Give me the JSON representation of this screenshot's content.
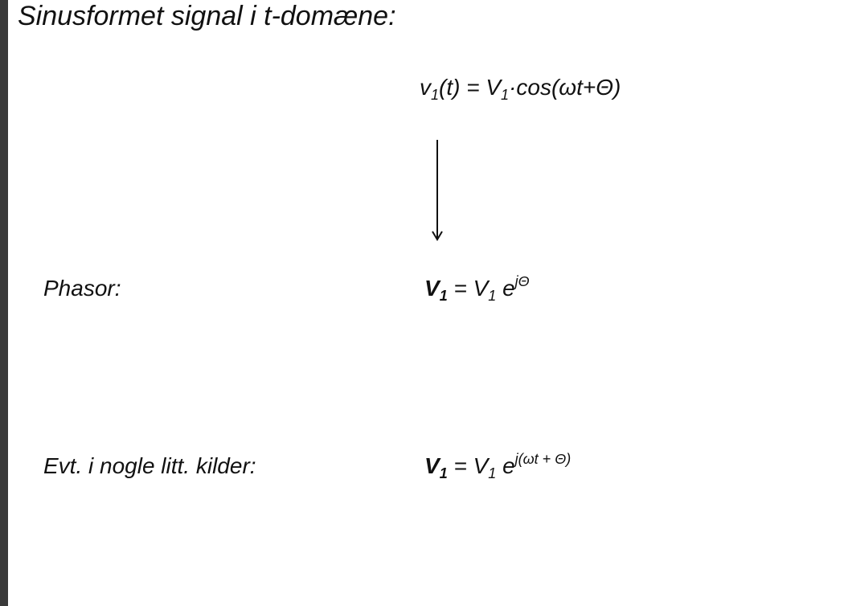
{
  "title": "Sinusformet signal i t-domæne:",
  "time_domain": {
    "lhs_var": "v",
    "lhs_sub": "1",
    "lhs_arg": "(t) = V",
    "rhs_sub": "1",
    "rhs_tail": "·cos(ωt+Θ)"
  },
  "arrow_icon": "down-arrow-icon",
  "phasor": {
    "label": "Phasor:",
    "bold_var": "V",
    "bold_sub": "1",
    "mid": " = V",
    "mid_sub": "1",
    "base": " e",
    "exponent": "jΘ"
  },
  "alternative": {
    "label": "Evt. i nogle litt. kilder:",
    "bold_var": "V",
    "bold_sub": "1",
    "mid": " = V",
    "mid_sub": "1",
    "base": " e",
    "exponent": "j(ωt + Θ)"
  }
}
